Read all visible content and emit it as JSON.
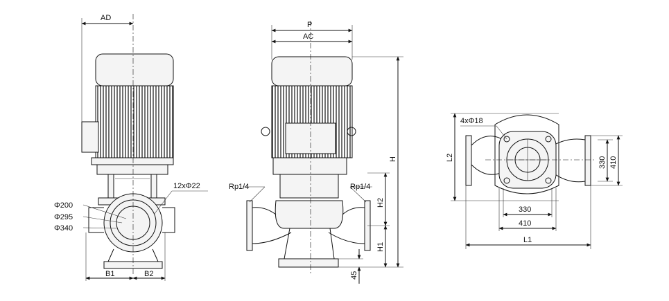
{
  "labels": {
    "front": {
      "ad": "AD",
      "bolts": "12xΦ22",
      "d200": "Φ200",
      "d295": "Φ295",
      "d340": "Φ340",
      "b1": "B1",
      "b2": "B2"
    },
    "side": {
      "p": "P",
      "ac": "AC",
      "h": "H",
      "h1": "H1",
      "h2": "H2",
      "rp_left": "Rp1/4",
      "rp_right": "Rp1/4",
      "d45": "45"
    },
    "top": {
      "bolts4": "4xΦ18",
      "l2": "L2",
      "d330v": "330",
      "d410v": "410",
      "d330h": "330",
      "d410h": "410",
      "l1": "L1"
    }
  },
  "colors": {
    "line": "#111111",
    "background": "#ffffff"
  }
}
